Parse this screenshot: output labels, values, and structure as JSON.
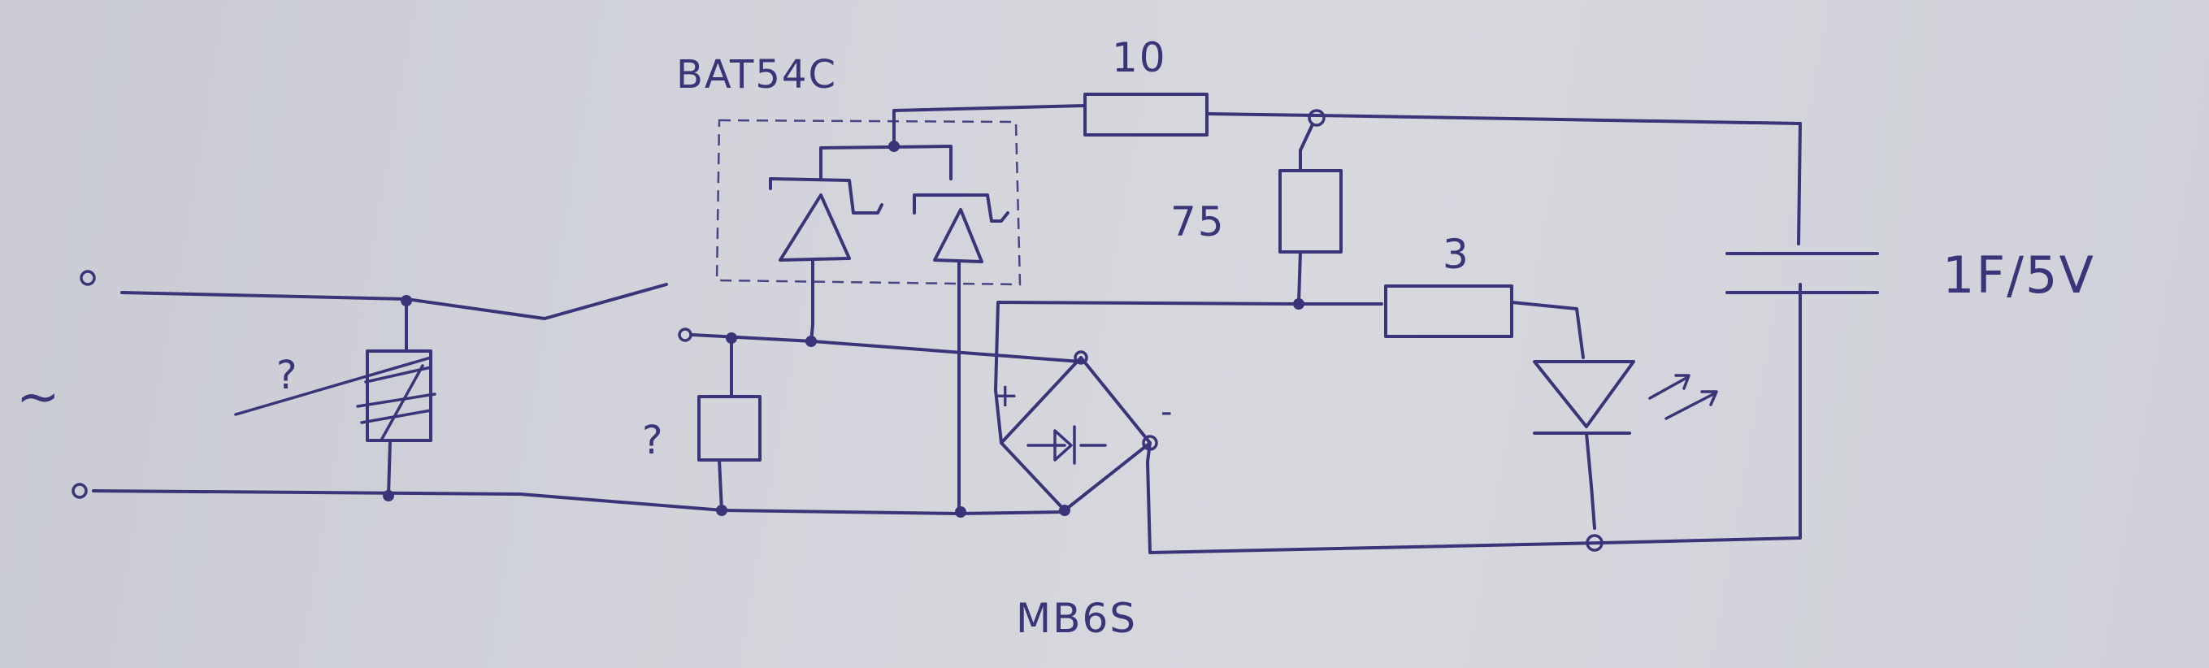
{
  "labels": {
    "bat54c": "BAT54C",
    "r_10": "10",
    "r_75": "75",
    "r_3": "3",
    "capacitor": "1F/5V",
    "bridge": "MB6S",
    "varistor": "?",
    "resistor_unknown": "?",
    "ac_symbol": "~",
    "bridge_plus": "+",
    "bridge_minus": "-"
  },
  "colors": {
    "ink": "#3a3478",
    "paper": "#d3d4db"
  }
}
